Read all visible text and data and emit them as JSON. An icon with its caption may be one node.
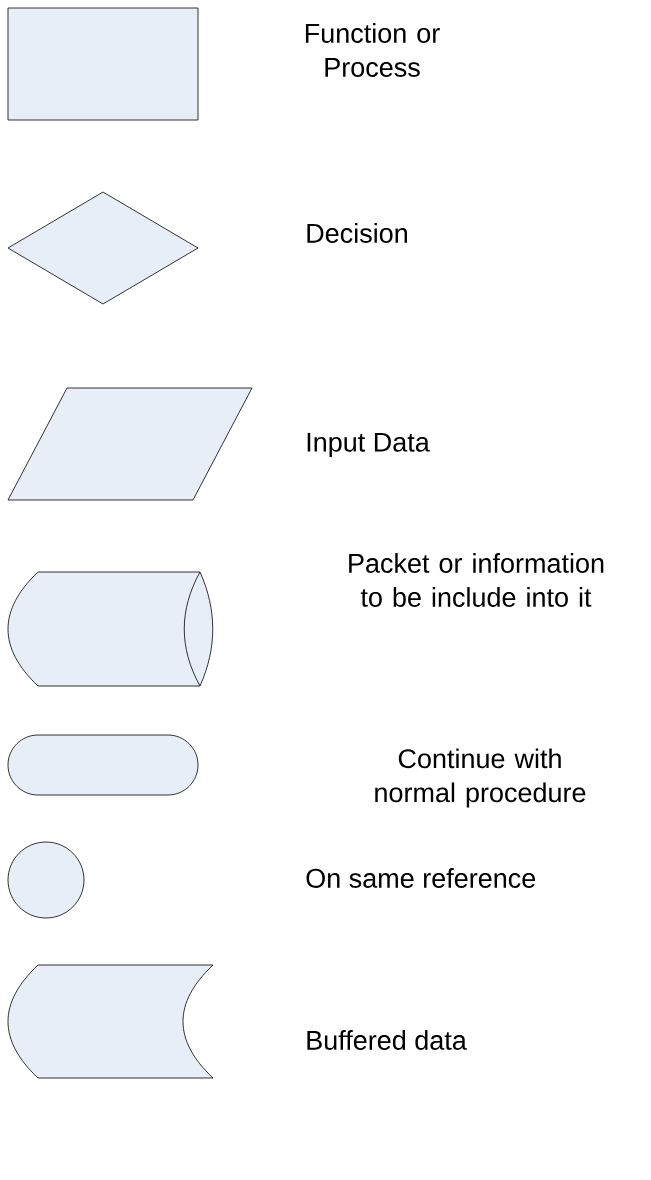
{
  "diagram": {
    "nodes": [
      {
        "text": [],
        "shape": "box"
      },
      {
        "text": [],
        "shape": "diamond"
      },
      {
        "text": [],
        "shape": "parallelogram"
      },
      {
        "text": [],
        "shape": "cylinder"
      },
      {
        "text": [],
        "shape": "terminator"
      },
      {
        "text": [],
        "shape": "circle"
      },
      {
        "text": [],
        "shape": "storage"
      }
    ],
    "labels": [
      "Function or Process",
      "Decision",
      "Input Data",
      "Packet or information to be include into it",
      "Continue with normal procedure",
      "On same reference",
      "Buffered data"
    ]
  }
}
